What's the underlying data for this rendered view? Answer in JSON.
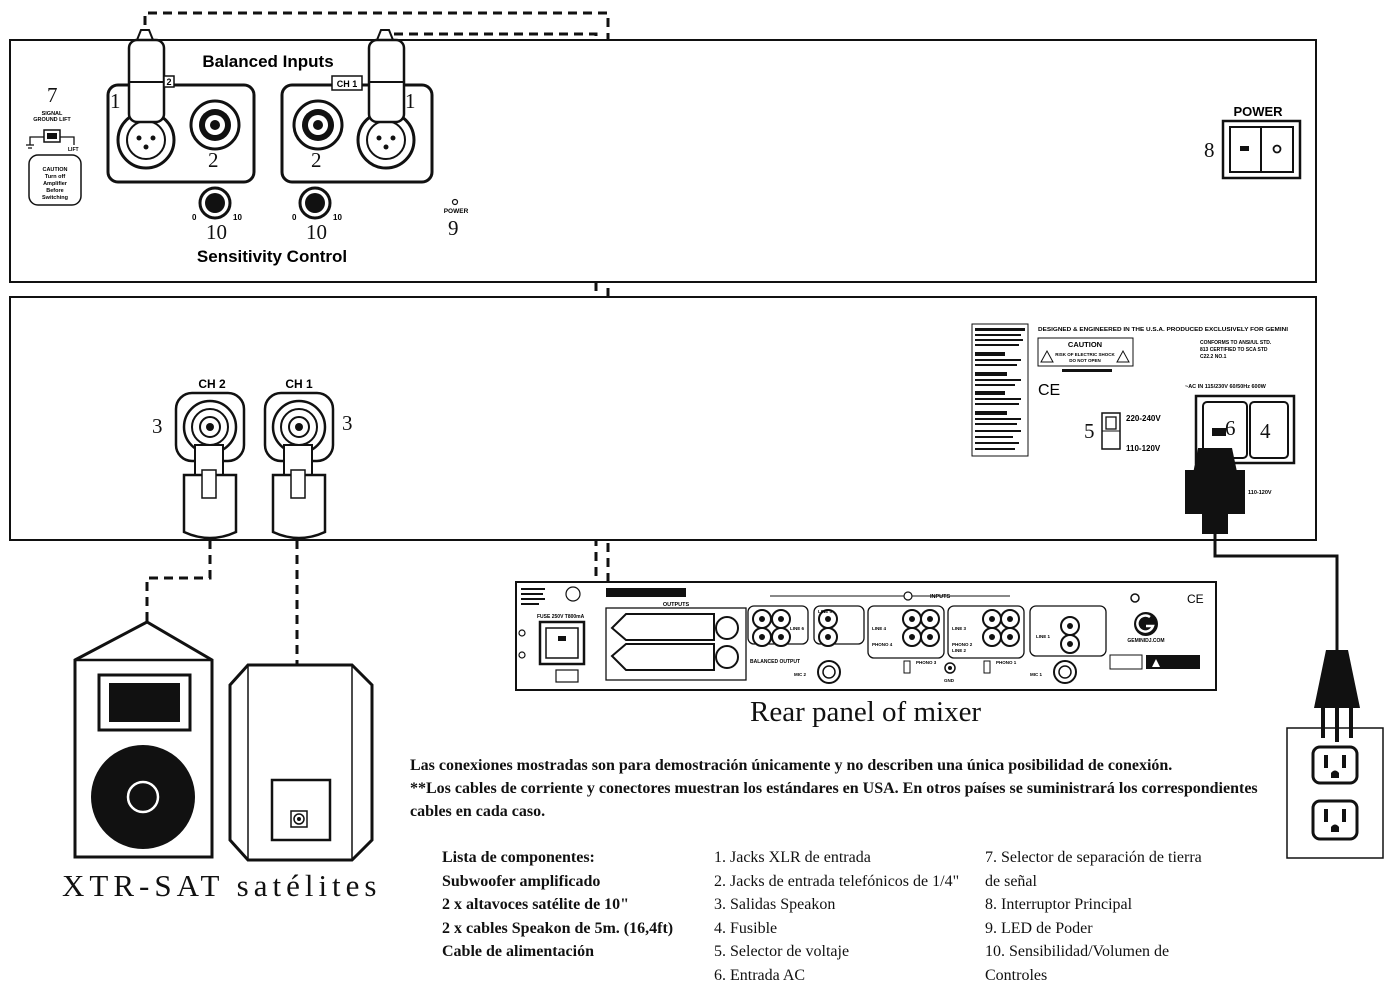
{
  "top_panel": {
    "title": "Balanced Inputs",
    "sensitivity_label": "Sensitivity Control",
    "ch2_tag": "2",
    "ch1_tag": "CH 1",
    "power_led_label": "POWER",
    "power_switch_label": "POWER",
    "ground_lift": {
      "title_line1": "SIGNAL",
      "title_line2": "GROUND LIFT",
      "lift": "LIFT"
    },
    "caution_badge": [
      "CAUTION",
      "Turn off",
      "Amplifier",
      "Before",
      "Switching"
    ],
    "dial_min": "0",
    "dial_max": "10"
  },
  "bottom_panel": {
    "ch2_label": "CH 2",
    "ch1_label": "CH 1",
    "designed_text": "DESIGNED & ENGINEERED IN THE U.S.A. PRODUCED EXCLUSIVELY FOR GEMINI",
    "conforms_text": [
      "CONFORMS TO ANSI/UL STD.",
      "813 CERTIFIED TO SCA STD",
      "C22.2 NO.1"
    ],
    "caution_title": "CAUTION",
    "caution_text": [
      "RISK OF ELECTRIC SHOCK",
      "DO NOT OPEN"
    ],
    "ce_mark": "CE",
    "ac_text": "~AC IN 115/230V 60/50Hz 600W",
    "voltage_high": "220-240V",
    "voltage_low": "110-120V",
    "plug_voltage": "110-120V"
  },
  "callouts": {
    "c1": "1",
    "c2": "2",
    "c3": "3",
    "c4": "4",
    "c5": "5",
    "c6": "6",
    "c7": "7",
    "c8": "8",
    "c9": "9",
    "c10": "10"
  },
  "mixer": {
    "outputs_label": "OUTPUTS",
    "inputs_label": "INPUTS",
    "fuse_label": "FUSE 250V T800mA",
    "balanced_output": "BALANCED OUTPUT",
    "line_labels": [
      "LINE 6",
      "LINE 5",
      "LINE 4",
      "LINE 3",
      "LINE 2",
      "LINE 1"
    ],
    "phono_labels": [
      "PHONO 4",
      "PHONO 3",
      "PHONO 2",
      "PHONO 1"
    ],
    "mic_labels": [
      "MIC 1",
      "MIC 2"
    ],
    "gnd_label": "GND",
    "brand_url": "GEMINIDJ.COM",
    "ce_mark": "CE"
  },
  "captions": {
    "rear_panel": "Rear panel of mixer",
    "satellites": "XTR-SAT satélites"
  },
  "note": {
    "line1": "Las conexiones mostradas son para demostración únicamente y no describen una única posibilidad de conexión.",
    "line2": "**Los cables de corriente y conectores muestran los estándares en USA. En otros países se suministrará los correspondientes cables en cada caso."
  },
  "contents": [
    "Lista de componentes:",
    "Subwoofer amplificado",
    "2 x altavoces satélite de 10\"",
    "2 x cables Speakon de 5m. (16,4ft)",
    "Cable de alimentación"
  ],
  "legend_b": [
    "1. Jacks XLR de entrada",
    "2. Jacks de entrada telefónicos de 1/4\"",
    "3. Salidas Speakon",
    "4. Fusible",
    "5. Selector de voltaje",
    "6. Entrada AC"
  ],
  "legend_c": [
    "7. Selector de separación de tierra",
    "de señal",
    "8. Interruptor Principal",
    "9. LED de Poder",
    "10. Sensibilidad/Volumen de",
    "Controles"
  ]
}
